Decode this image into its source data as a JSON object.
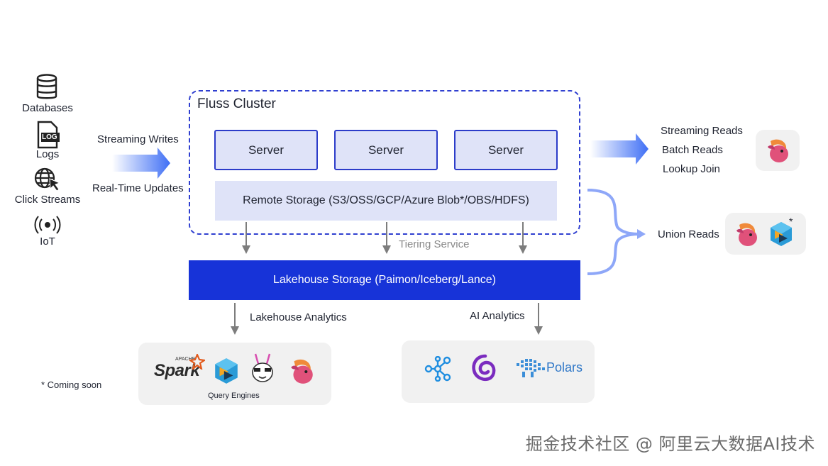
{
  "sources": [
    {
      "label": "Databases",
      "icon": "database-icon"
    },
    {
      "label": "Logs",
      "icon": "log-file-icon",
      "badge": "LOG"
    },
    {
      "label": "Click Streams",
      "icon": "globe-cursor-icon"
    },
    {
      "label": "IoT",
      "icon": "wireless-signal-icon"
    }
  ],
  "inputs": {
    "streaming_writes": "Streaming Writes",
    "realtime_updates": "Real-Time Updates"
  },
  "cluster": {
    "title": "Fluss Cluster",
    "servers": [
      "Server",
      "Server",
      "Server"
    ],
    "remote_storage": "Remote Storage (S3/OSS/GCP/Azure Blob*/OBS/HDFS)"
  },
  "tiering_service": "Tiering Service",
  "lakehouse_storage": "Lakehouse Storage  (Paimon/Iceberg/Lance)",
  "reads": {
    "streaming": "Streaming Reads",
    "batch": "Batch Reads",
    "lookup": "Lookup Join",
    "union": "Union Reads",
    "union_asterisk": "*"
  },
  "analytics": {
    "lakehouse": "Lakehouse Analytics",
    "ai": "AI Analytics"
  },
  "query_engines": {
    "label": "Query Engines",
    "spark_small": "APACHE",
    "spark": "Spark",
    "icons": [
      "spark-logo-icon",
      "starrocks-logo-icon",
      "trino-bunny-icon",
      "flink-squirrel-icon"
    ]
  },
  "ai_tools": {
    "polars": "Polars",
    "icons": [
      "network-nodes-icon",
      "swirl-logo-icon",
      "polars-bear-icon"
    ]
  },
  "footnote": "* Coming soon",
  "watermark": "掘金技术社区 @ 阿里云大数据AI技术",
  "colors": {
    "accent": "#1733d8",
    "server_fill": "#dfe3f8",
    "border": "#2c3cc9",
    "arrow_gradient": "#3f6ff5",
    "panel": "#f1f1f1"
  }
}
